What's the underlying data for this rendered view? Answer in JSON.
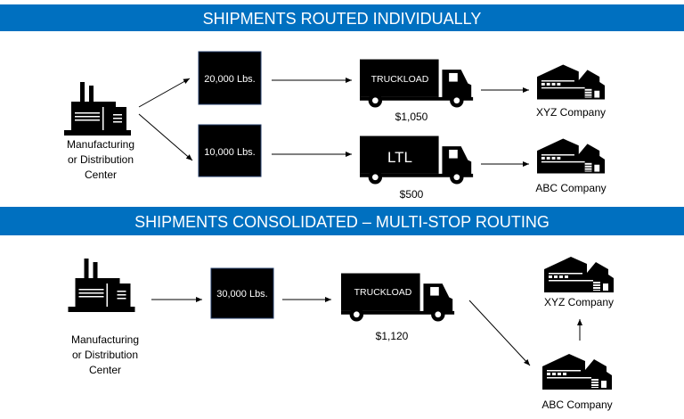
{
  "colors": {
    "banner": "#0070c0",
    "box_border": "#1f3864",
    "icon": "#000000"
  },
  "section_individual": {
    "title": "SHIPMENTS ROUTED INDIVIDUALLY",
    "origin": {
      "icon": "factory-icon",
      "line1": "Manufacturing",
      "line2": "or Distribution",
      "line3": "Center"
    },
    "routes": [
      {
        "weight": "20,000 Lbs.",
        "truck_label": "TRUCKLOAD",
        "cost": "$1,050",
        "destination": "XYZ Company"
      },
      {
        "weight": "10,000 Lbs.",
        "truck_label": "LTL",
        "cost": "$500",
        "destination": "ABC Company"
      }
    ]
  },
  "section_consolidated": {
    "title": "SHIPMENTS CONSOLIDATED – MULTI-STOP ROUTING",
    "origin": {
      "icon": "factory-icon",
      "line1": "Manufacturing",
      "line2": "or Distribution",
      "line3": "Center"
    },
    "weight": "30,000 Lbs.",
    "truck_label": "TRUCKLOAD",
    "cost": "$1,120",
    "stop1": "ABC Company",
    "stop2": "XYZ Company"
  }
}
